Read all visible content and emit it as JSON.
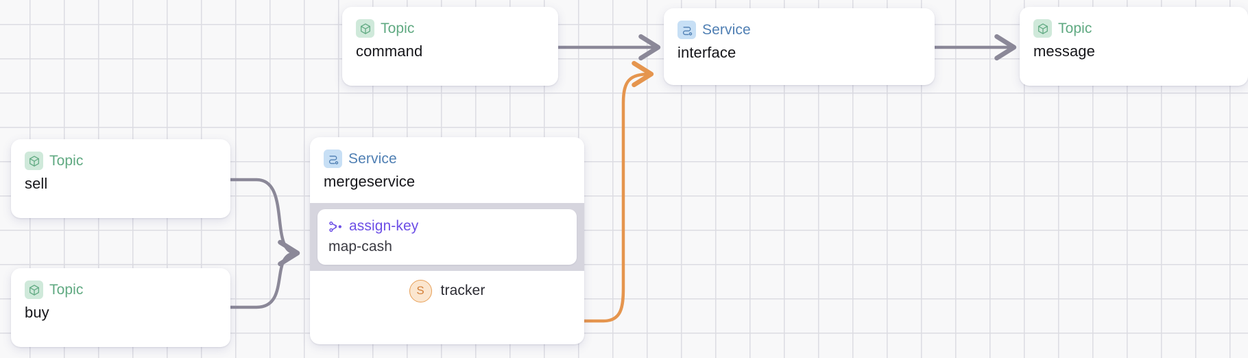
{
  "canvas": {
    "grid_size": 50,
    "grid_color": "#dcdce2",
    "background_color": "#f8f8f9"
  },
  "palette": {
    "topic_accent": "#5fa981",
    "topic_badge_bg": "#cfe9da",
    "service_accent": "#4f7fb3",
    "service_badge_bg": "#c7dff5",
    "processor_accent": "#6c4ee6",
    "edge_default": "#8b8898",
    "edge_highlight": "#e5954e",
    "child_band": "#d6d5de",
    "avatar_ring": "#e79f56",
    "avatar_bg": "#fbe6cf"
  },
  "nodes": {
    "command": {
      "kind": "Topic",
      "name": "command",
      "icon": "cube-icon"
    },
    "interface": {
      "kind": "Service",
      "name": "interface",
      "icon": "route-icon"
    },
    "message": {
      "kind": "Topic",
      "name": "message",
      "icon": "cube-icon"
    },
    "sell": {
      "kind": "Topic",
      "name": "sell",
      "icon": "cube-icon"
    },
    "buy": {
      "kind": "Topic",
      "name": "buy",
      "icon": "cube-icon"
    },
    "mergeservice": {
      "kind": "Service",
      "name": "mergeservice",
      "icon": "route-icon",
      "child": {
        "kind": "assign-key",
        "name": "map-cash",
        "icon": "merge-keys-icon"
      },
      "footer": {
        "avatar_initial": "S",
        "label": "tracker",
        "avatar_name": "avatar"
      }
    }
  },
  "edges": [
    {
      "id": "command-to-interface",
      "from": "command",
      "to": "interface",
      "color": "#8b8898",
      "style": "straight-arrow"
    },
    {
      "id": "interface-to-message",
      "from": "interface",
      "to": "message",
      "color": "#8b8898",
      "style": "straight-arrow"
    },
    {
      "id": "sell-to-assign-key",
      "from": "sell",
      "to": "assign-key",
      "color": "#8b8898",
      "style": "bezier-arrow"
    },
    {
      "id": "buy-to-assign-key",
      "from": "buy",
      "to": "assign-key",
      "color": "#8b8898",
      "style": "bezier-arrow"
    },
    {
      "id": "tracker-to-interface",
      "from": "tracker",
      "to": "interface",
      "color": "#e5954e",
      "style": "bezier-arrow"
    }
  ]
}
